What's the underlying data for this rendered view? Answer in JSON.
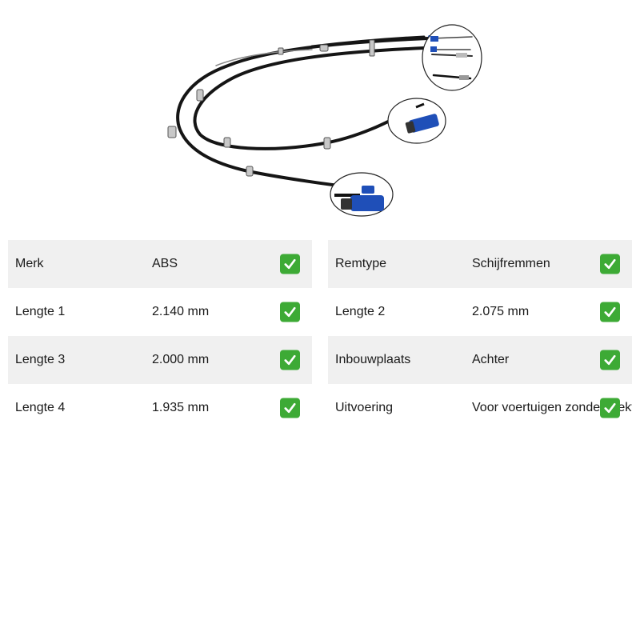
{
  "product_image": {
    "icon": "handbrake-cable-set-image"
  },
  "colors": {
    "check": "#3daa35",
    "shaded_row": "#f0f0f0",
    "connector_blue": "#1f4fb8"
  },
  "specs_left": [
    {
      "label": "Merk",
      "value": "ABS",
      "icon": "check-icon"
    },
    {
      "label": "Lengte 1",
      "value": "2.140 mm",
      "icon": "check-icon"
    },
    {
      "label": "Lengte 3",
      "value": "2.000 mm",
      "icon": "check-icon"
    },
    {
      "label": "Lengte 4",
      "value": "1.935 mm",
      "icon": "check-icon"
    }
  ],
  "specs_right": [
    {
      "label": "Remtype",
      "value": "Schijfremmen",
      "icon": "check-icon"
    },
    {
      "label": "Lengte 2",
      "value": "2.075 mm",
      "icon": "check-icon"
    },
    {
      "label": "Inbouwplaats",
      "value": "Achter",
      "icon": "check-icon"
    },
    {
      "label": "Uitvoering",
      "value": "Voor voertuigen zonder elektrische parkeerrem",
      "icon": "check-icon"
    }
  ]
}
